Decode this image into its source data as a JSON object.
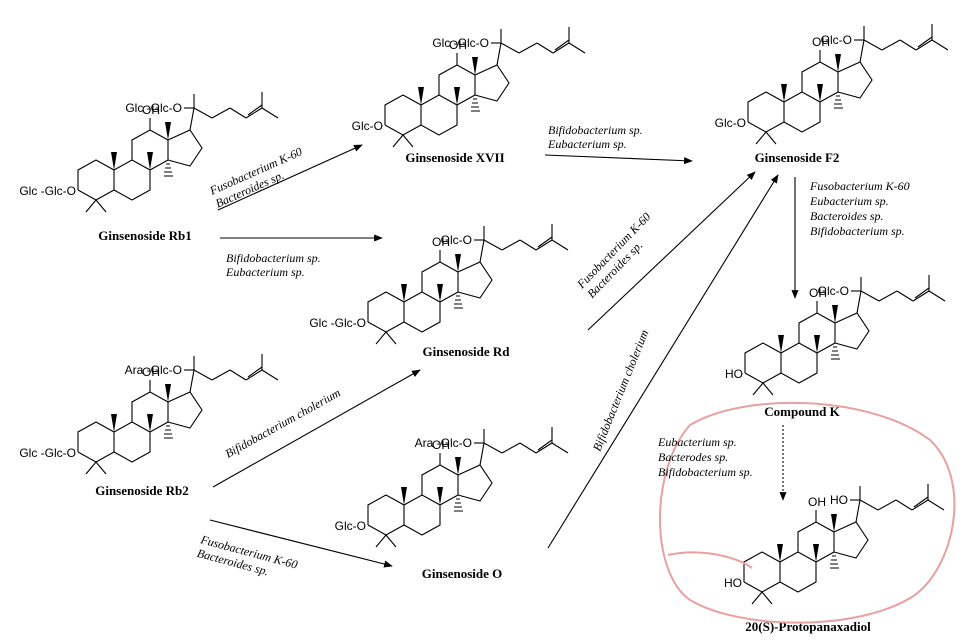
{
  "colors": {
    "ink": "#000000",
    "highlight": "#e8a0a0"
  },
  "compounds": {
    "rb1": {
      "title": "Ginsenoside Rb1",
      "sub3": "Glc -Glc-O",
      "sub20": "Glc -Glc-O",
      "oh": "OH"
    },
    "rb2": {
      "title": "Ginsenoside Rb2",
      "sub3": "Glc -Glc-O",
      "sub20": "Ara -Glc-O",
      "oh": "OH"
    },
    "xvii": {
      "title": "Ginsenoside XVII",
      "sub3": "Glc-O",
      "sub20": "Glc -Glc-O",
      "oh": "OH"
    },
    "rd": {
      "title": "Ginsenoside Rd",
      "sub3": "Glc -Glc-O",
      "sub20": "Glc-O",
      "oh": "OH"
    },
    "o": {
      "title": "Ginsenoside O",
      "sub3": "Glc-O",
      "sub20": "Ara -Glc-O",
      "oh": "OH"
    },
    "f2": {
      "title": "Ginsenoside F2",
      "sub3": "Glc-O",
      "sub20": "Glc-O",
      "oh": "OH"
    },
    "ck": {
      "title": "Compound K",
      "sub3": "HO",
      "sub20": "Glc-O",
      "oh": "OH"
    },
    "ppd": {
      "title": "20(S)-Protopanaxadiol",
      "sub3": "HO",
      "sub20": "HO",
      "oh": "OH"
    }
  },
  "enzymes": {
    "rb1_xvii": [
      "Fusobacterium K-60",
      "Bacteroides sp."
    ],
    "rb1_rd": [
      "Bifidobacterium sp.",
      "Eubacterium sp."
    ],
    "xvii_f2": [
      "Bifidobacterium sp.",
      "Eubacterium sp."
    ],
    "rd_f2": [
      "Fusobacterium K-60",
      "Bacteroides sp."
    ],
    "rb2_rd": [
      "Bifidobacterium cholerium"
    ],
    "rb2_o": [
      "Fusobacterium K-60",
      "Bacteroides sp."
    ],
    "o_f2": [
      "Bifidobacterium cholerium"
    ],
    "f2_ck": [
      "Fusobacterium K-60",
      "Eubacterium sp.",
      "Bacteroides sp.",
      "Bifidobacterium sp."
    ],
    "ck_ppd": [
      "Eubacterium sp.",
      "Bacterodes sp.",
      "Bifidobacterium sp."
    ]
  }
}
